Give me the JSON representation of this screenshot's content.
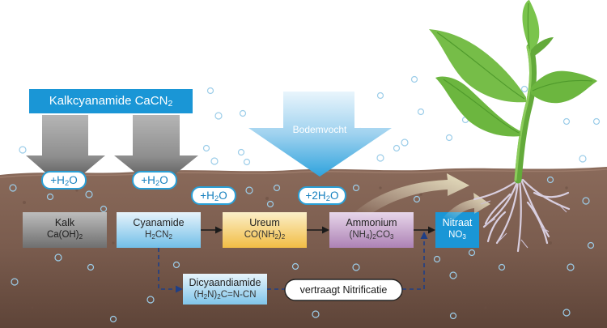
{
  "title": {
    "text": "Kalkcyanamide CaCN",
    "sub": "2"
  },
  "moisture_label": "Bodemvocht",
  "water_labels": [
    {
      "pre": "+H",
      "sub": "2",
      "post": "O"
    },
    {
      "pre": "+H",
      "sub": "2",
      "post": "O"
    },
    {
      "pre": "+H",
      "sub": "2",
      "post": "O"
    },
    {
      "pre": "+2H",
      "sub": "2",
      "post": "O"
    }
  ],
  "compounds": [
    {
      "name": "Kalk",
      "formula": [
        {
          "t": "Ca(OH)"
        },
        {
          "s": "2"
        }
      ],
      "color": "#8c8c8c"
    },
    {
      "name": "Cyanamide",
      "formula": [
        {
          "t": "H"
        },
        {
          "s": "2"
        },
        {
          "t": "CN"
        },
        {
          "s": "2"
        }
      ],
      "color": "#7fc3ea"
    },
    {
      "name": "Ureum",
      "formula": [
        {
          "t": "CO(NH"
        },
        {
          "s": "2"
        },
        {
          "t": ")"
        },
        {
          "s": "2"
        }
      ],
      "color": "#f5c65a"
    },
    {
      "name": "Ammonium",
      "formula": [
        {
          "t": "(NH"
        },
        {
          "s": "4"
        },
        {
          "t": ")"
        },
        {
          "s": "2"
        },
        {
          "t": "CO"
        },
        {
          "s": "3"
        }
      ],
      "color": "#b98fc0"
    },
    {
      "name": "Nitraat",
      "formula": [
        {
          "t": "NO"
        },
        {
          "s": "3"
        }
      ],
      "color": "#1a96d6"
    },
    {
      "name": "Dicyaandiamide",
      "formula": [
        {
          "t": "(H"
        },
        {
          "s": "2"
        },
        {
          "t": "N)"
        },
        {
          "s": "2"
        },
        {
          "t": "C=N-CN"
        }
      ],
      "color": "#7fc3ea"
    }
  ],
  "inhibition_label": "vertraagt Nitrificatie",
  "colors": {
    "accent_blue": "#1a96d6",
    "soil": "#7a5a4b",
    "leaf": "#6cb63f",
    "root": "#d9cfe0"
  }
}
